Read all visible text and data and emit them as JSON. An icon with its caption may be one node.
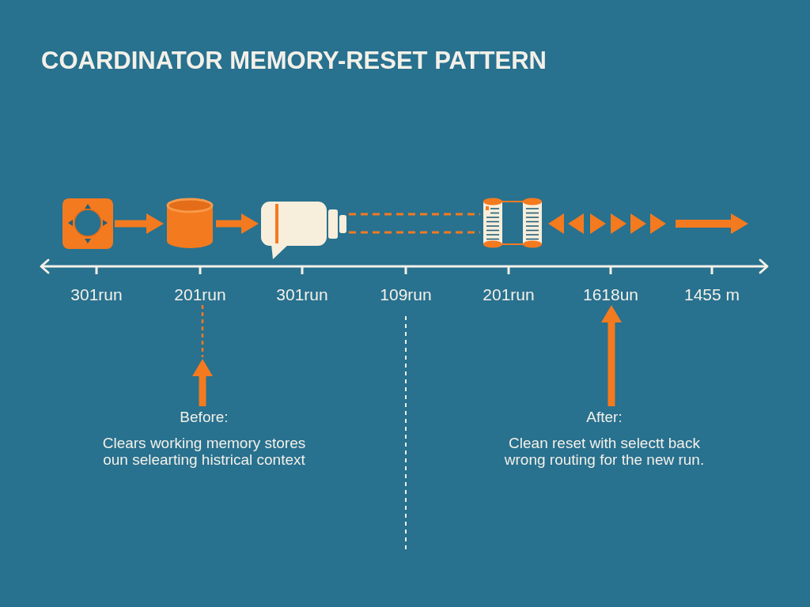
{
  "diagram": {
    "title": "COARDINATOR MEMORY-RESET PATTERN",
    "nodes": [
      {
        "text": [],
        "shape": "picture"
      },
      {
        "text": [],
        "shape": "cylinder"
      },
      {
        "text": [],
        "shape": "picture"
      },
      {
        "text": [],
        "shape": "picture"
      },
      {
        "text": [
          "201run"
        ]
      },
      {
        "text": [
          "1618un"
        ]
      },
      {
        "text": [
          "Before:",
          "Clears working memory stores oun selearting histrical context"
        ]
      },
      {
        "text": [
          "After:",
          "Clean reset with selectt back wrong routing for the new run."
        ]
      }
    ],
    "edges": [
      {
        "from": 0,
        "to": 1,
        "arrow": "to"
      },
      {
        "from": 1,
        "to": 2,
        "arrow": "to"
      },
      {
        "from": 2,
        "to": 3,
        "arrow": "none",
        "style": "dashed"
      },
      {
        "from": 2,
        "to": 3,
        "arrow": "none",
        "style": "dashed"
      },
      {
        "from": 6,
        "to": null,
        "arrow": "to"
      },
      {
        "from": 4,
        "to": null,
        "arrow": "none",
        "style": "dashed"
      },
      {
        "from": 7,
        "to": 5,
        "arrow": "to"
      }
    ],
    "labels": [
      "301run",
      "301run",
      "109run",
      "201run",
      "1455 m"
    ]
  }
}
